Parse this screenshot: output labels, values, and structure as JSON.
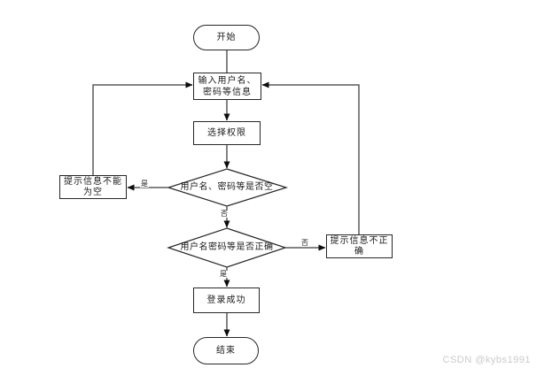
{
  "canvas": {
    "background": "#ffffff",
    "connector_color": "#5a5a5a",
    "border_color": "#262626",
    "arrow_color": "#0d0d0d"
  },
  "flowchart": {
    "nodes": {
      "start": {
        "label": "开始"
      },
      "input_info": {
        "lines": [
          "输入用户名、",
          "密码等信息"
        ]
      },
      "select_permission": {
        "label": "选择权限"
      },
      "check_empty": {
        "label": "用户名、密码等是否空"
      },
      "empty_warning": {
        "lines": [
          "提示信息不能",
          "为空"
        ]
      },
      "check_correct": {
        "label": "用户名密码等是否正确"
      },
      "incorrect_warning": {
        "lines": [
          "提示信息不正",
          "确"
        ]
      },
      "login_success": {
        "label": "登录成功"
      },
      "end": {
        "label": "结束"
      }
    },
    "edge_labels": {
      "empty_yes": "是",
      "empty_no": "否",
      "correct_no": "否",
      "correct_yes": "是"
    }
  },
  "watermark": {
    "text": "CSDN @kybs1991",
    "color": "#cbcbcb"
  }
}
